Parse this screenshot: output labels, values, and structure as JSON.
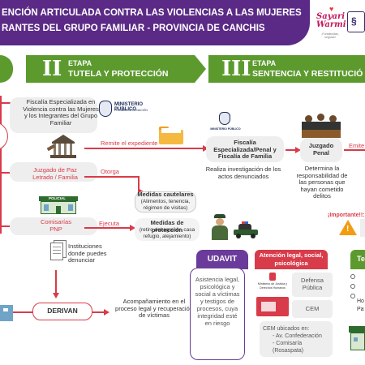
{
  "header": {
    "line1": "ENCIÓN ARTICULADA CONTRA LAS VIOLENCIAS A LAS MUJERES",
    "line2": "RANTES DEL GRUPO FAMILIAR - PROVINCIA DE CANCHIS"
  },
  "logos": {
    "sayari": "Sayari",
    "warmi": "Warmi",
    "sayari_tagline": "¡Fortalecidas, seguras!",
    "logo2_letter": "§"
  },
  "stages": [
    {
      "roman": "II",
      "label": "ETAPA",
      "title": "TUTELA Y PROTECCIÓN"
    },
    {
      "roman": "III",
      "label": "ETAPA",
      "title": "SENTENCIA Y RESTITUCIÓ"
    }
  ],
  "stage2": {
    "fiscalia": "Fiscalía Especializada en Violencia contra las Mujeres y los Integrantes del Grupo Familiar",
    "mp_logo_text": "MINISTERIO PÚBLICO",
    "mp_logo_sub": "FISCALÍA DE LA NACIÓN",
    "remite": "Remite el expediente",
    "juzgado_paz": "Juzgado de Paz Letrado / Familia",
    "otorga": "Otorga",
    "medidas_cautelares": "Medidas cautelares",
    "medidas_cautelares_detail": "(Alimentos, tenencia, régimen de visitas)",
    "comisarias": "Comisarías PNP",
    "policial": "POLICIAL",
    "ejecuta": "Ejecuta",
    "medidas_proteccion": "Medidas de protección",
    "medidas_proteccion_detail": "(retiro del agresor, casa refugio, alejamiento)",
    "instituciones": "Instituciones donde puedes denunciar",
    "derivan": "DERIVAN",
    "acompanamiento": "Acompañamiento en el proceso legal y recuperación de víctimas"
  },
  "stage3": {
    "mp_logo_text": "MINISTERIO PÚBLICO",
    "fiscalia_penal": "Fiscalía Especializada/Penal y Fiscalía de Familia",
    "investiga": "Realiza investigación de los actos denunciados",
    "juzgado_penal": "Juzgado Penal",
    "determina": "Determina la responsabilidad de las personas que hayan cometido delitos",
    "emite": "Emite",
    "importante": "¡Importante!!:",
    "warning_symbol": "!",
    "udavit": "UDAVIT",
    "udavit_text": "Asistencia legal, psicológica y social a víctimas y testigos de procesos, cuya integridad esté en riesgo",
    "atencion": "Atención legal, social, psicológica",
    "minjus": "Ministerio de Justicia y Derechos Humanos",
    "defensa": "Defensa Pública",
    "cem": "CEM",
    "cem_ubicados": "CEM ubicados en:",
    "cem_loc1": "- Av. Confederación",
    "cem_loc2": "- Comisaría (Rosaspata)",
    "right_tab": "Te",
    "right_ho": "Ho",
    "right_pa": "Pa"
  }
}
